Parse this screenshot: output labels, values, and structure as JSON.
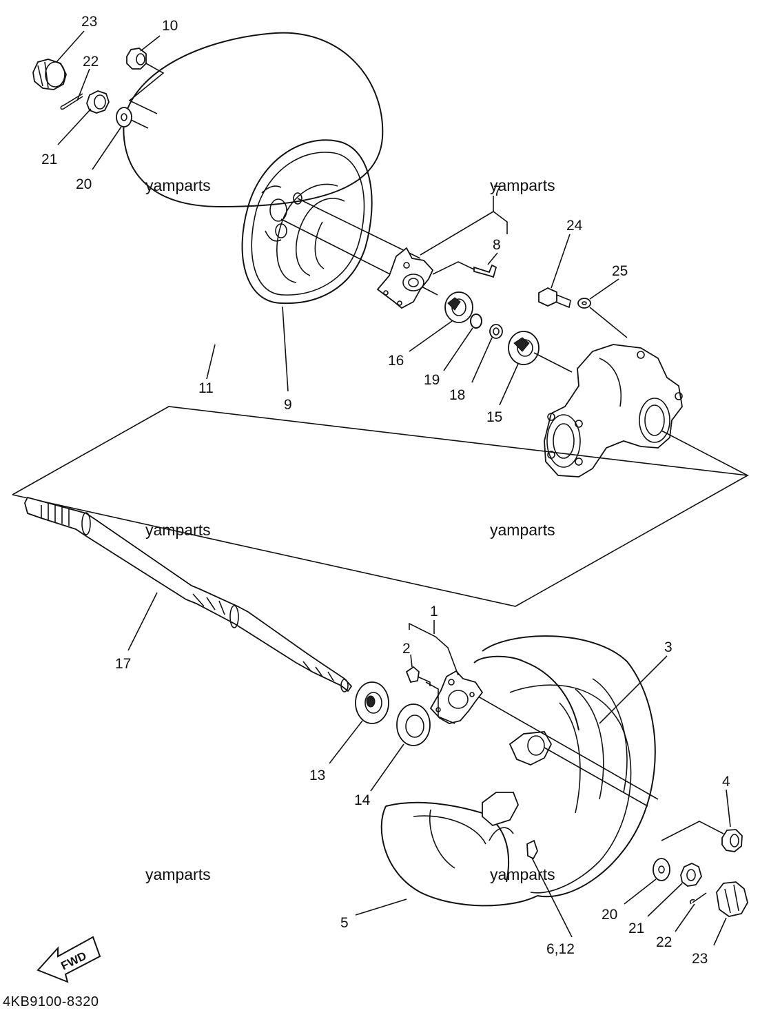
{
  "diagram_code": "4KB9100-8320",
  "fwd_label": "FWD",
  "watermarks": [
    "yamparts",
    "yamparts",
    "yamparts",
    "yamparts",
    "yamparts",
    "yamparts"
  ],
  "callouts": {
    "c1": "1",
    "c2": "2",
    "c3": "3",
    "c4": "4",
    "c5": "5",
    "c6_12": "6,12",
    "c7": "7",
    "c8": "8",
    "c9": "9",
    "c10": "10",
    "c11": "11",
    "c13": "13",
    "c14": "14",
    "c15": "15",
    "c16": "16",
    "c17": "17",
    "c18": "18",
    "c19": "19",
    "c20_top": "20",
    "c21_top": "21",
    "c22_top": "22",
    "c23_top": "23",
    "c20_bot": "20",
    "c21_bot": "21",
    "c22_bot": "22",
    "c23_bot": "23",
    "c24": "24",
    "c25": "25"
  }
}
